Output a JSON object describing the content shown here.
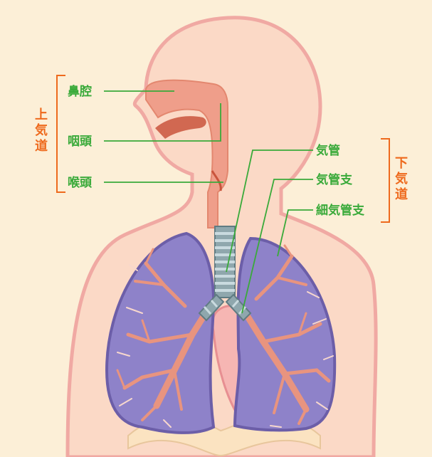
{
  "labels": {
    "upper_airway": [
      "上",
      "気",
      "道"
    ],
    "lower_airway": [
      "下",
      "気",
      "道"
    ],
    "nasal_cavity": "鼻腔",
    "pharynx": "咽頭",
    "larynx": "喉頭",
    "trachea": "気管",
    "bronchus": "気管支",
    "bronchiole": "細気管支"
  },
  "colors": {
    "background": "#fcefd7",
    "skin": "#fbd9c6",
    "outline": "#f0a9a3",
    "airway": "#ef9e8a",
    "airway_dark": "#c9543c",
    "lung": "#8e82c9",
    "lung_outline": "#6c5ea8",
    "trachea_ring": "#8fa7ad",
    "label_green": "#3aaa3a",
    "label_orange": "#ee6a1d"
  }
}
